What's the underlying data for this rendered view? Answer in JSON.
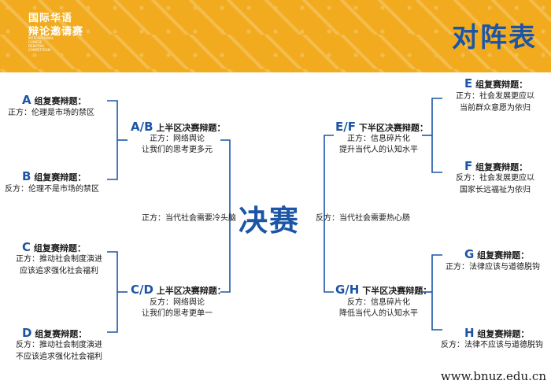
{
  "header": {
    "logo_line1": "国际华语",
    "logo_line2": "辩论邀请赛",
    "logo_en": "INTERNATIONAL\nCHINESE\nDEBATING\nCOMPETITION",
    "title": "对阵表",
    "bg_color": "#f2ab1e",
    "accent_color": "#1c55a5"
  },
  "groups": {
    "A": {
      "letter": "A",
      "label": "组复赛辩题：",
      "lines": [
        "正方：伦理是市场的禁区"
      ]
    },
    "B": {
      "letter": "B",
      "label": "组复赛辩题：",
      "lines": [
        "反方：伦理不是市场的禁区"
      ]
    },
    "C": {
      "letter": "C",
      "label": "组复赛辩题：",
      "lines": [
        "正方：推动社会制度演进",
        "应该追求强化社会福利"
      ]
    },
    "D": {
      "letter": "D",
      "label": "组复赛辩题：",
      "lines": [
        "反方：推动社会制度演进",
        "不应该追求强化社会福利"
      ]
    },
    "E": {
      "letter": "E",
      "label": "组复赛辩题：",
      "lines": [
        "正方：社会发展更应以",
        "当前群众意愿为依归"
      ]
    },
    "F": {
      "letter": "F",
      "label": "组复赛辩题：",
      "lines": [
        "反方：社会发展更应以",
        "国家长远福祉为依归"
      ]
    },
    "G": {
      "letter": "G",
      "label": "组复赛辩题：",
      "lines": [
        "正方：法律应该与道德脱钩"
      ]
    },
    "H": {
      "letter": "H",
      "label": "组复赛辩题：",
      "lines": [
        "反方：法律不应该与道德脱钩"
      ]
    }
  },
  "semis": {
    "AB": {
      "letter": "A/B",
      "label": "上半区决赛辩题：",
      "lines": [
        "正方：网络舆论",
        "让我们的思考更多元"
      ]
    },
    "CD": {
      "letter": "C/D",
      "label": "上半区决赛辩题：",
      "lines": [
        "反方：网络舆论",
        "让我们的思考更单一"
      ]
    },
    "EF": {
      "letter": "E/F",
      "label": "下半区决赛辩题：",
      "lines": [
        "正方：信息碎片化",
        "提升当代人的认知水平"
      ]
    },
    "GH": {
      "letter": "G/H",
      "label": "下半区决赛辩题：",
      "lines": [
        "反方：信息碎片化",
        "降低当代人的认知水平"
      ]
    }
  },
  "final": {
    "title": "决赛",
    "pro": "正方：当代社会需要冷头脑",
    "con": "反方：当代社会需要热心肠"
  },
  "watermark": "www.bnuz.edu.cn"
}
